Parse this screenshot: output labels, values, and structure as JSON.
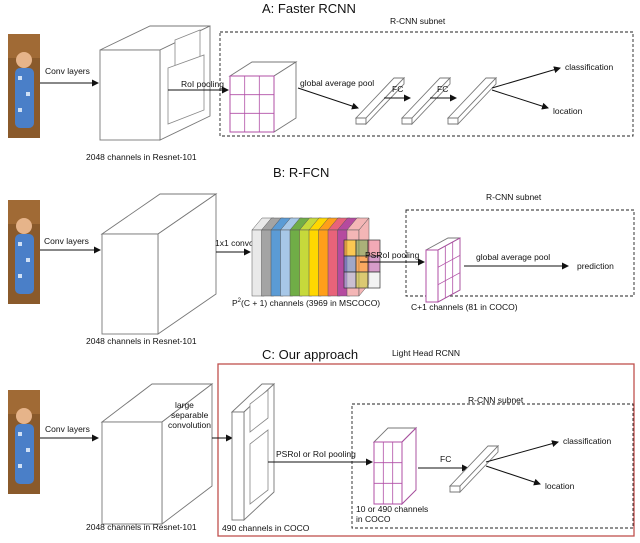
{
  "colors": {
    "red_frame": "#c0504d",
    "roi_grid": "#b04fa6",
    "photo_wall": "#8a5a2b",
    "photo_baby": "#4a7fc8",
    "psroi_stack": [
      "#e9e9e9",
      "#a4a4a4",
      "#5b9bd5",
      "#a7c7e7",
      "#70ad47",
      "#c6d93b",
      "#ffd700",
      "#ff9f1a",
      "#e8637a",
      "#b54a9f",
      "#f4b6b6"
    ]
  },
  "panel_a": {
    "title": "A: Faster RCNN",
    "subnet_label": "R-CNN subnet",
    "conv_label": "Conv layers",
    "roi_label": "RoI pooling",
    "gap_label": "global average pool",
    "fc1_label": "FC",
    "fc2_label": "FC",
    "classification_label": "classification",
    "location_label": "location",
    "channels_label": "2048 channels in Resnet-101"
  },
  "panel_b": {
    "title": "B: R-FCN",
    "subnet_label": "R-CNN subnet",
    "conv_label": "Conv layers",
    "conv1x1_label": "1x1 convolution",
    "psroi_label": "PSRoI pooling",
    "gap_label": "global average pool",
    "prediction_label": "prediction",
    "channels_label": "2048 channels in Resnet-101",
    "psroi_channels_prefix": "P",
    "psroi_channels_sup": "2",
    "psroi_channels_suffix": "(C + 1)  channels (3969 in MSCOCO)",
    "score_channels_label": "C+1 channels (81 in COCO)"
  },
  "panel_c": {
    "title": "C: Our approach",
    "light_head_label": "Light Head RCNN",
    "subnet_label": "R-CNN subnet",
    "conv_label": "Conv layers",
    "sep_conv_line1": "large",
    "sep_conv_line2": "separable",
    "sep_conv_line3": "convolution",
    "pool_label": "PSRoI or RoI pooling",
    "fc_label": "FC",
    "classification_label": "classification",
    "location_label": "location",
    "channels_label": "2048 channels in Resnet-101",
    "thin_channels_label": "490 channels in COCO",
    "pooled_channels_line1": "10  or 490 channels",
    "pooled_channels_line2": "in COCO"
  }
}
